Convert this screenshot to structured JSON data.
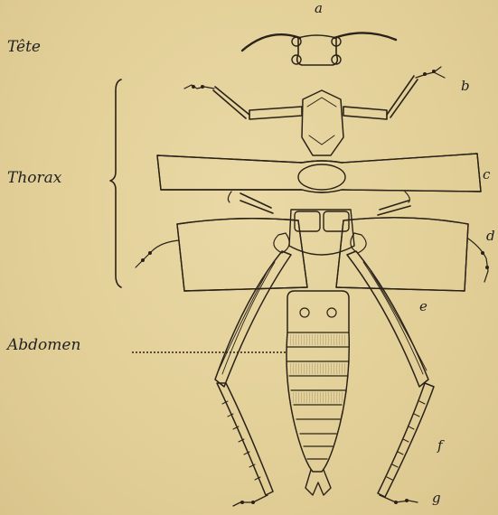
{
  "regions": {
    "head": "Tête",
    "thorax": "Thorax",
    "abdomen": "Abdomen"
  },
  "parts": {
    "a": "a",
    "b": "b",
    "c": "c",
    "d": "d",
    "e": "e",
    "f": "f",
    "g": "g"
  },
  "colors": {
    "paper": "#e4d29b",
    "ink": "#2a2218",
    "wing_shade": "#b9a572"
  }
}
